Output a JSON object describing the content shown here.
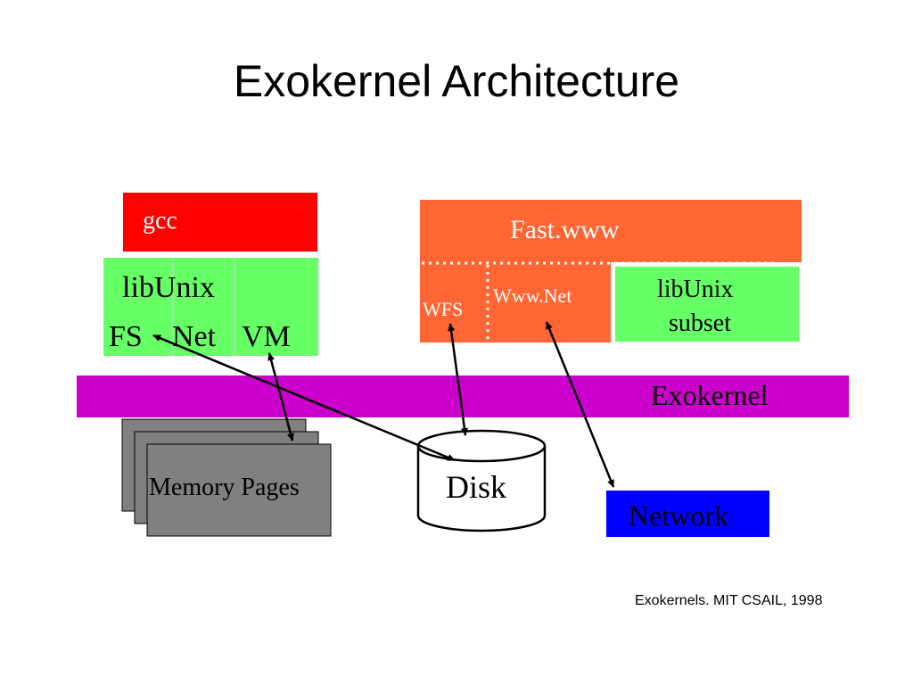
{
  "slide": {
    "title": "Exokernel Architecture",
    "caption": "Exokernels. MIT CSAIL, 1998"
  },
  "diagram": {
    "gcc": {
      "label": "gcc",
      "color": "#ff0000"
    },
    "libunix": {
      "label": "libUnix",
      "color": "#66ff66",
      "modules": [
        "FS",
        "Net",
        "VM"
      ]
    },
    "fastwww": {
      "label": "Fast.www",
      "color": "#ff6633",
      "sub_modules": [
        "WFS",
        "Www.Net"
      ]
    },
    "libunix_subset": {
      "line1": "libUnix",
      "line2": "subset",
      "color": "#66ff66"
    },
    "exokernel": {
      "label": "Exokernel",
      "color": "#cc00cc"
    },
    "memory_pages": {
      "label": "Memory Pages",
      "color": "#808080"
    },
    "disk": {
      "label": "Disk"
    },
    "network": {
      "label": "Network",
      "color": "#0000ff"
    }
  }
}
